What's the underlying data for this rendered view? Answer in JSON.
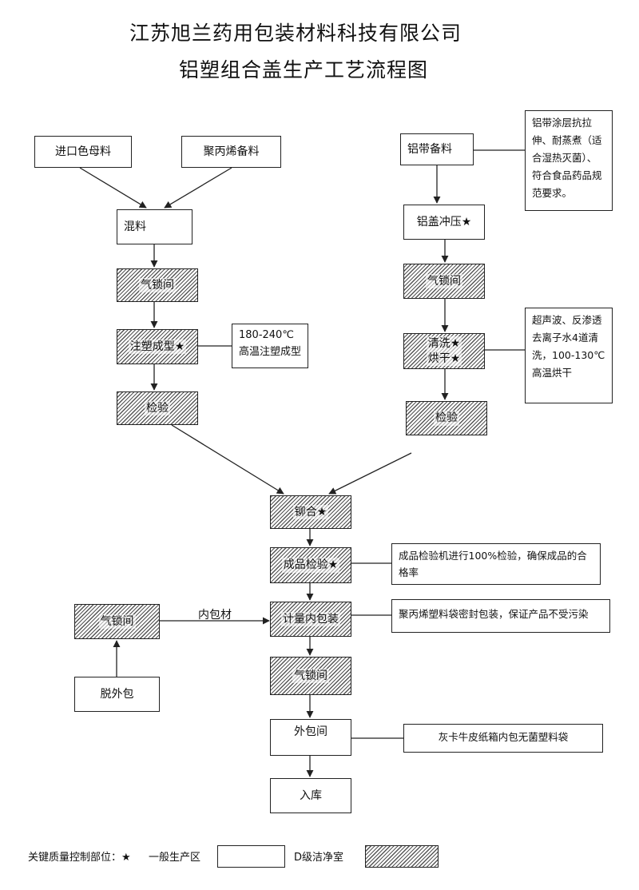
{
  "title": {
    "company": "江苏旭兰药用包装材料科技有限公司",
    "chart": "铝塑组合盖生产工艺流程图"
  },
  "nodes": {
    "masterbatch": "进口色母料",
    "pp_prep": "聚丙烯备料",
    "mixing": "混料",
    "airlock_left": "气锁间",
    "injection": "注塑成型★",
    "inspect_left": "检验",
    "al_prep": "铝带备料",
    "al_stamp": "铝盖冲压★",
    "airlock_right": "气锁间",
    "wash": "清洗★",
    "dry": "烘干★",
    "inspect_right": "检验",
    "riveting": "铆合★",
    "final_inspect": "成品检验★",
    "count_pack": "计量内包装",
    "airlock_pack": "气锁间",
    "unpack": "脱外包",
    "airlock_bottom": "气锁间",
    "outer_pack": "外包间",
    "storage": "入库"
  },
  "edge_labels": {
    "inner_material": "内包材"
  },
  "notes": {
    "injection": "180-240℃高温注塑成型",
    "al_coating": "铝带涂层抗拉伸、耐蒸煮（适合湿热灭菌）、符合食品药品规范要求。",
    "wash": "超声波、反渗透去离子水4道清洗，100-130℃高温烘干",
    "final_inspect": "成品检验机进行100%检验，确保成品的合格率",
    "count_pack": "聚丙烯塑料袋密封包装，保证产品不受污染",
    "outer_pack": "灰卡牛皮纸箱内包无菌塑料袋"
  },
  "legend": {
    "key_label": "关键质量控制部位：★",
    "general_area": "一般生产区",
    "clean_room": "D级洁净室"
  },
  "colors": {
    "line": "#222222",
    "hatch": "#555555"
  }
}
